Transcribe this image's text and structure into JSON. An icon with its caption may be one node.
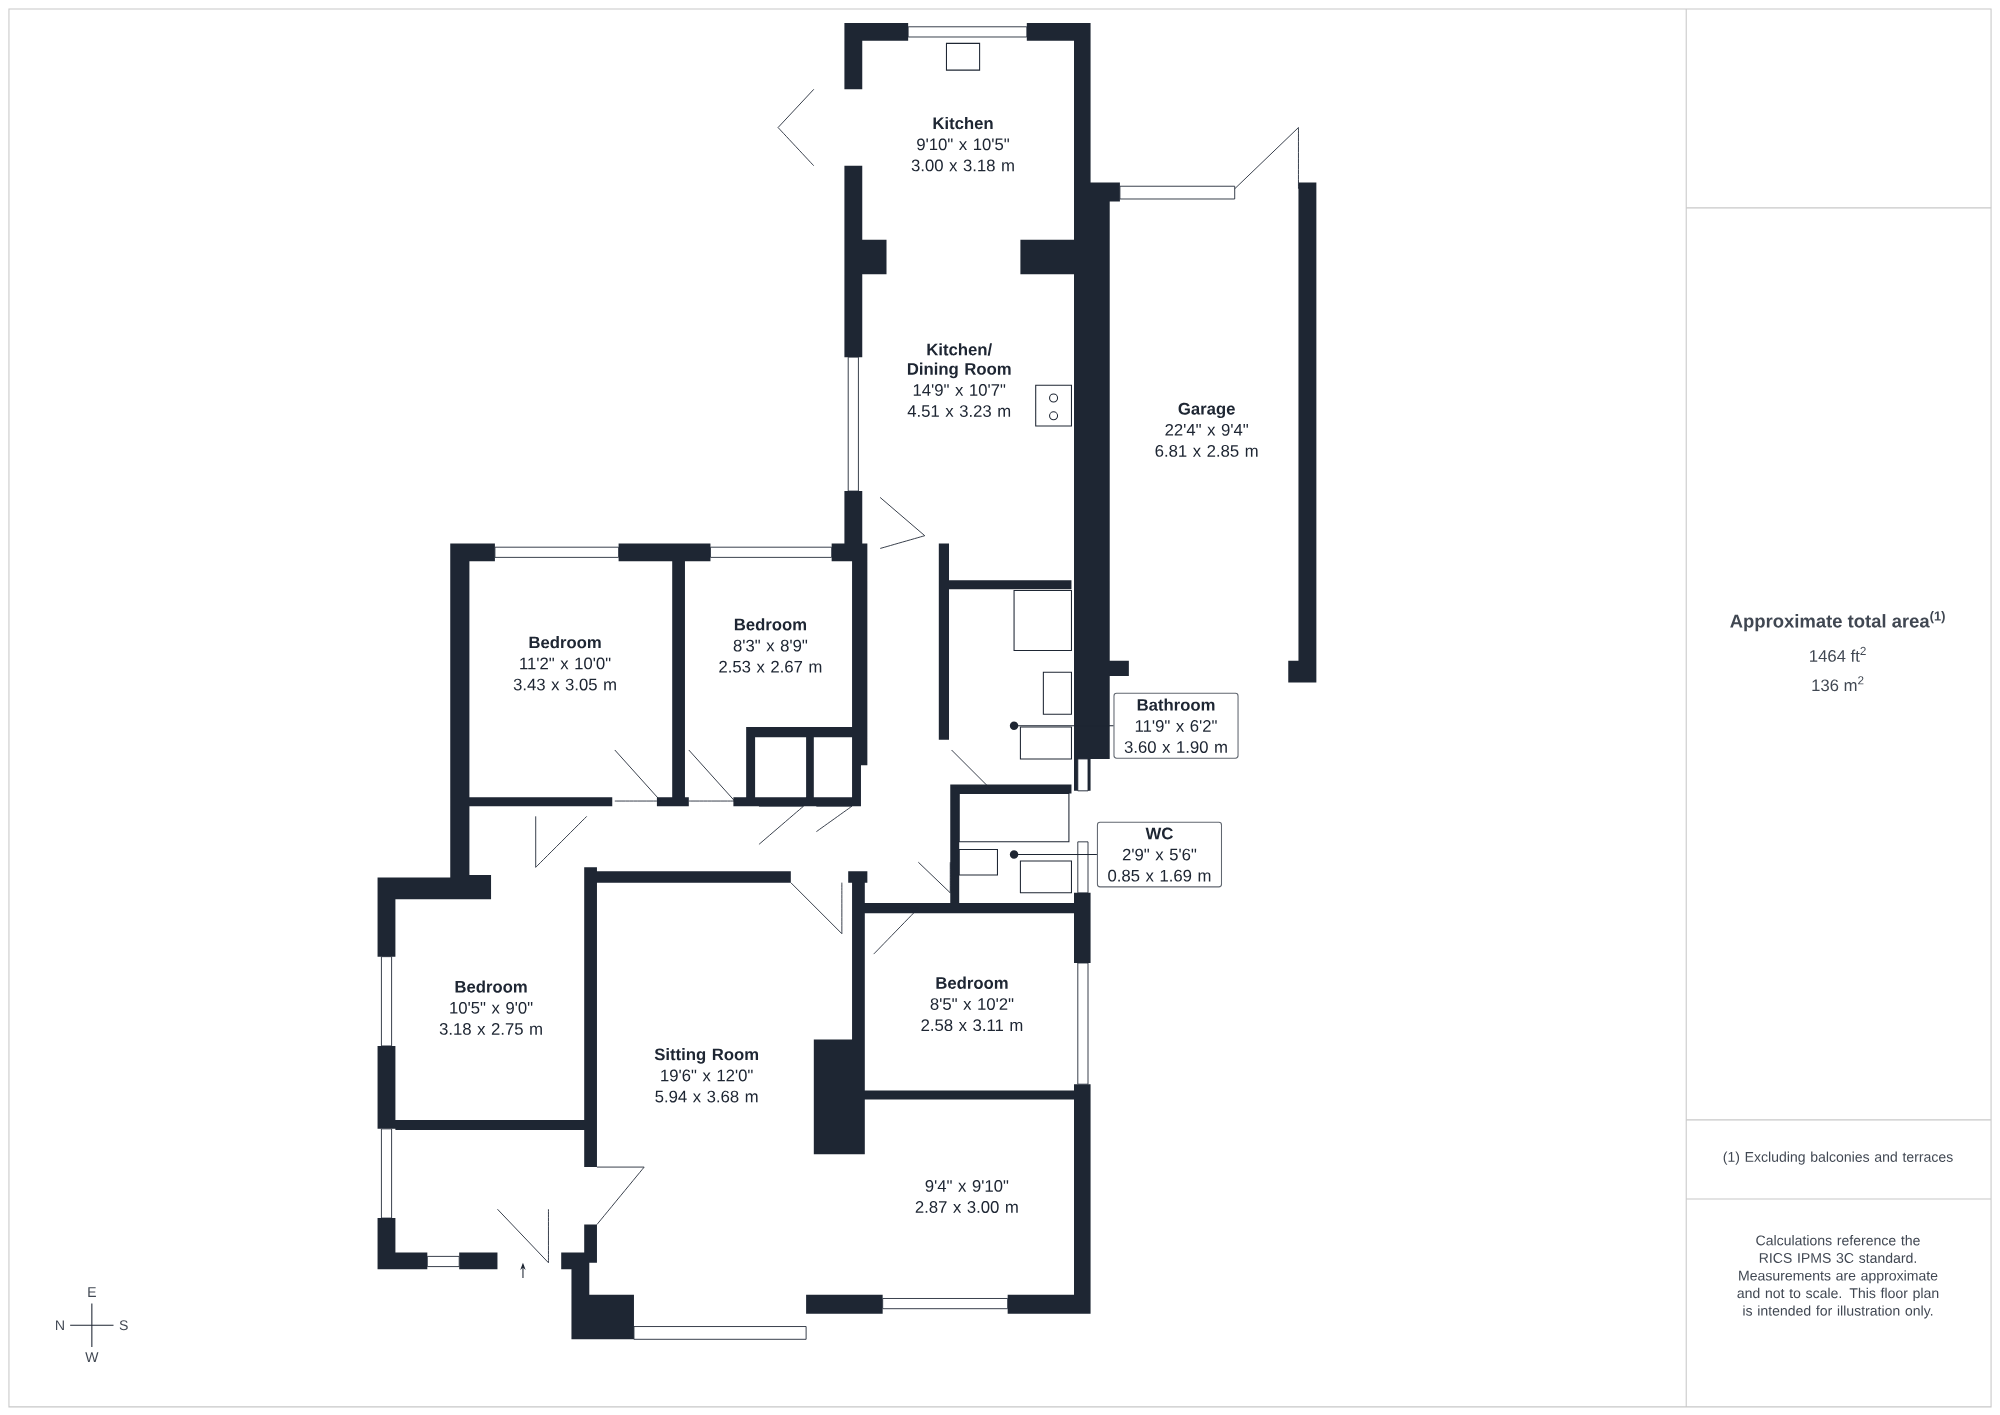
{
  "diagram": {
    "nodes": [
      {
        "text": [
          "Kitchen",
          "9'10\" x 10'5\"",
          "3.00 x 3.18 m"
        ]
      },
      {
        "text": [
          "Kitchen/ Dining Room",
          "14'9\" x 10'7\"",
          "4.51 x 3.23 m"
        ]
      },
      {
        "text": [
          "Garage",
          "22'4\" x 9'4\"",
          "6.81 x 2.85 m"
        ]
      },
      {
        "text": [
          "Bedroom",
          "11'2\" x 10'0\"",
          "3.43 x 3.05 m"
        ]
      },
      {
        "text": [
          "Bedroom",
          "8'3\" x 8'9\"",
          "2.53 x 2.67 m"
        ]
      },
      {
        "text": [
          "Bathroom",
          "11'9\" x 6'2\"",
          "3.60 x 1.90 m"
        ]
      },
      {
        "text": [
          "WC",
          "2'9\" x 5'6\"",
          "0.85 x 1.69 m"
        ]
      },
      {
        "text": [
          "Bedroom",
          "10'5\" x 9'0\"",
          "3.18 x 2.75 m"
        ]
      },
      {
        "text": [
          "Sitting Room",
          "19'6\" x 12'0\"",
          "5.94 x 3.68 m"
        ]
      },
      {
        "text": [
          "Bedroom",
          "8'5\" x 10'2\"",
          "2.58 x 3.11 m"
        ]
      },
      {
        "text": [
          "9'4\" x 9'10\"",
          "2.87 x 3.00 m"
        ]
      },
      {
        "text": [],
        "shape": "circle"
      },
      {
        "text": [],
        "shape": "circle"
      }
    ],
    "edges": [
      {
        "from": 5,
        "to": 11,
        "arrow": "none"
      },
      {
        "from": 6,
        "to": 12,
        "arrow": "none"
      }
    ],
    "labels": [
      "Approximate total area$^{(1)}$",
      "1464 ft$^{2}$",
      "136 m$^{2}$",
      "(1) Excluding balconies and terraces",
      "Calculations reference the RICS IPMS 3C standard. Measurements are approximate and not to scale. This floor plan is intended for illustration only.",
      "E",
      "N",
      "S",
      "W"
    ]
  }
}
